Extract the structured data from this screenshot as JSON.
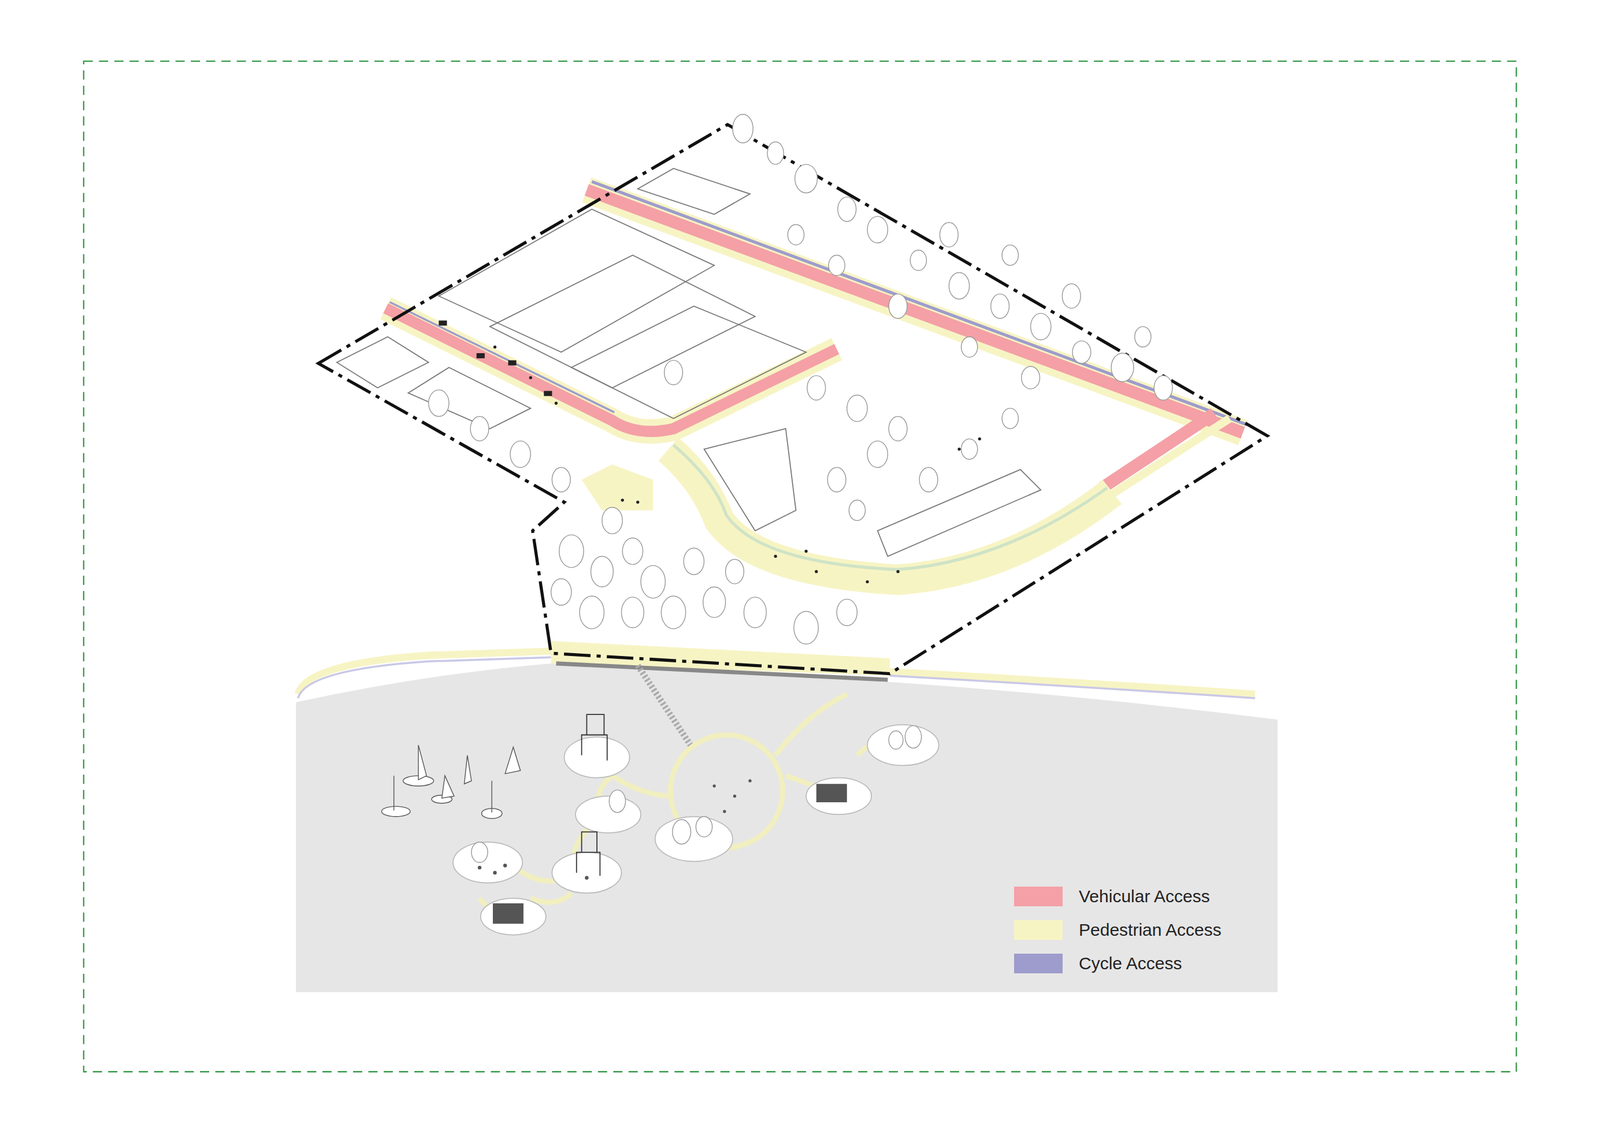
{
  "diagram": {
    "legend": [
      {
        "text": "Vehicular Access",
        "color": "#f4a0a6"
      },
      {
        "text": "Pedestrian Access",
        "color": "#f7f4c4"
      },
      {
        "text": "Cycle Access",
        "color": "#9e9ccc"
      }
    ]
  }
}
